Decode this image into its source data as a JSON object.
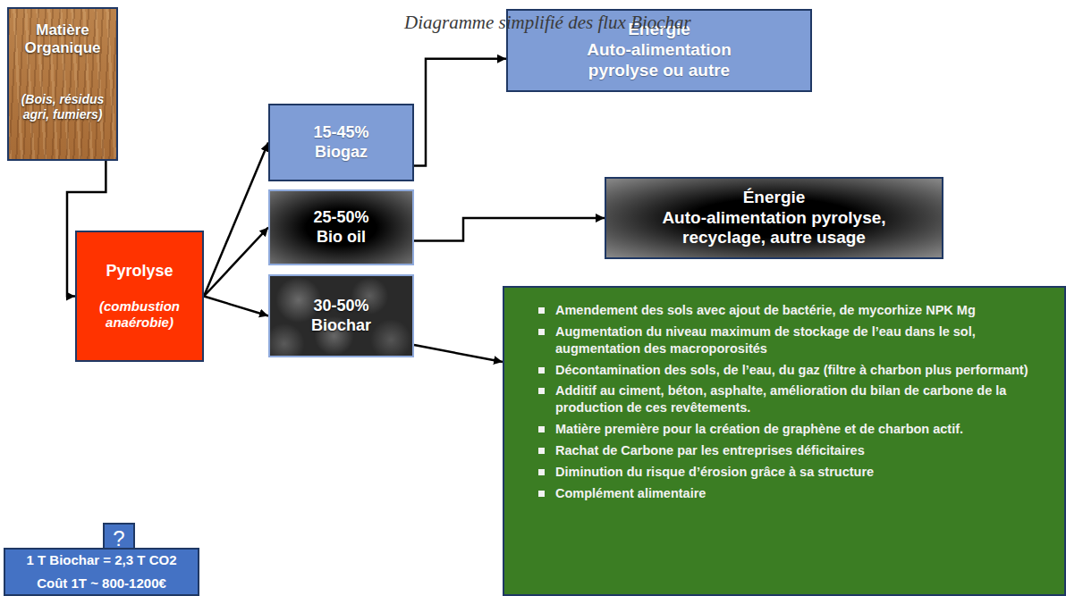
{
  "diagram": {
    "title": "Diagramme simplifié des flux Biochar",
    "nodes": [
      {
        "text": [
          "Matière Organique",
          "(Bois, résidus agri, fumiers)"
        ]
      },
      {
        "text": [
          "Pyrolyse",
          "(combustion anaérobie)"
        ]
      },
      {
        "text": [
          "15-45% Biogaz"
        ]
      },
      {
        "text": [
          "25-50% Bio oil"
        ]
      },
      {
        "text": [
          "30-50% Biochar"
        ]
      },
      {
        "text": [
          "Énergie",
          "Auto-alimentation pyrolyse ou autre"
        ]
      },
      {
        "text": [
          "Énergie",
          "Auto-alimentation pyrolyse, recyclage, autre usage"
        ]
      },
      {
        "text": [
          "Amendement des sols avec ajout de bactérie, de mycorhize NPK Mg",
          "Augmentation du niveau maximum de stockage de l’eau dans le sol, augmentation des macroporosités",
          "Décontamination des sols, de l’eau, du gaz (filtre à charbon plus performant)",
          "Additif au ciment, béton, asphalte, amélioration du bilan de carbone de la production de ces revêtements.",
          "Matière première pour la création de graphène et de charbon actif.",
          "Rachat de Carbone par les entreprises déficitaires",
          "Diminution du risque d’érosion grâce à sa structure",
          "Complément alimentaire"
        ]
      },
      {
        "text": [
          "?"
        ]
      },
      {
        "text": [
          "1 T Biochar = 2,3 T CO2",
          "Coût 1T ~ 800-1200€"
        ]
      }
    ],
    "edges": [
      {
        "from": 0,
        "to": 1,
        "arrow": "to"
      },
      {
        "from": 1,
        "to": 2,
        "arrow": "to"
      },
      {
        "from": 1,
        "to": 3,
        "arrow": "to"
      },
      {
        "from": 1,
        "to": 4,
        "arrow": "to"
      },
      {
        "from": 2,
        "to": 5,
        "arrow": "to"
      },
      {
        "from": 3,
        "to": 6,
        "arrow": "to"
      },
      {
        "from": 4,
        "to": 7,
        "arrow": "to"
      }
    ]
  }
}
